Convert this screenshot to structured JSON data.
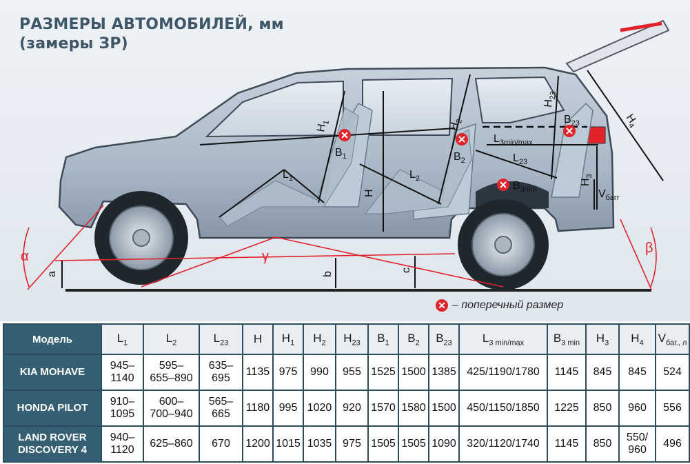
{
  "title_line1": "РАЗМЕРЫ АВТОМОБИЛЕЙ, мм",
  "title_line2": "(замеры ЗР)",
  "labels": {
    "L1": {
      "base": "L",
      "sub": "1"
    },
    "L2": {
      "base": "L",
      "sub": "2"
    },
    "L23": {
      "base": "L",
      "sub": "23"
    },
    "L3": {
      "base": "L",
      "sub": "3min/max"
    },
    "H": "H",
    "H1": {
      "base": "H",
      "sub": "1"
    },
    "H2": {
      "base": "H",
      "sub": "2"
    },
    "H23": {
      "base": "H",
      "sub": "23"
    },
    "H3": {
      "base": "H",
      "sub": "3"
    },
    "H4": {
      "base": "H",
      "sub": "4"
    },
    "B1": {
      "base": "B",
      "sub": "1"
    },
    "B2": {
      "base": "B",
      "sub": "2"
    },
    "B23": {
      "base": "B",
      "sub": "23"
    },
    "B3": {
      "base": "B",
      "sub": "3min"
    },
    "V": {
      "base": "V",
      "sub": "багг"
    },
    "alpha": "α",
    "a": "a",
    "gamma": "γ",
    "b": "b",
    "c": "c",
    "beta": "β"
  },
  "legend_text": "– поперечный размер",
  "colors": {
    "header_bg": "#355f73",
    "accent_red": "#e2232a",
    "dim_line": "#111111",
    "angle_red": "#e2232a"
  },
  "table": {
    "headers": [
      {
        "base": "Модель"
      },
      {
        "base": "L",
        "sub": "1"
      },
      {
        "base": "L",
        "sub": "2"
      },
      {
        "base": "L",
        "sub": "23"
      },
      {
        "base": "H"
      },
      {
        "base": "H",
        "sub": "1"
      },
      {
        "base": "H",
        "sub": "2"
      },
      {
        "base": "H",
        "sub": "23"
      },
      {
        "base": "B",
        "sub": "1"
      },
      {
        "base": "B",
        "sub": "2"
      },
      {
        "base": "B",
        "sub": "23"
      },
      {
        "base": "L",
        "sub": "3 min/max"
      },
      {
        "base": "B",
        "sub": "3 min"
      },
      {
        "base": "H",
        "sub": "3"
      },
      {
        "base": "H",
        "sub": "4"
      },
      {
        "base": "V",
        "sub": "баг., л"
      }
    ],
    "rows": [
      {
        "model": [
          "KIA MOHAVE"
        ],
        "cells": [
          [
            "945–",
            "1140"
          ],
          [
            "595–",
            "655–890"
          ],
          [
            "635–",
            "695"
          ],
          [
            "1135"
          ],
          [
            "975"
          ],
          [
            "990"
          ],
          [
            "955"
          ],
          [
            "1525"
          ],
          [
            "1500"
          ],
          [
            "1385"
          ],
          [
            "425/1190/1780"
          ],
          [
            "1145"
          ],
          [
            "845"
          ],
          [
            "845"
          ],
          [
            "524"
          ]
        ]
      },
      {
        "model": [
          "HONDA PILOT"
        ],
        "cells": [
          [
            "910–",
            "1095"
          ],
          [
            "600–",
            "700–940"
          ],
          [
            "565–",
            "665"
          ],
          [
            "1180"
          ],
          [
            "995"
          ],
          [
            "1020"
          ],
          [
            "920"
          ],
          [
            "1570"
          ],
          [
            "1580"
          ],
          [
            "1500"
          ],
          [
            "450/1150/1850"
          ],
          [
            "1225"
          ],
          [
            "850"
          ],
          [
            "960"
          ],
          [
            "556"
          ]
        ]
      },
      {
        "model": [
          "LAND ROVER",
          "DISCOVERY 4"
        ],
        "cells": [
          [
            "940–",
            "1120"
          ],
          [
            "625–860"
          ],
          [
            "670"
          ],
          [
            "1200"
          ],
          [
            "1015"
          ],
          [
            "1035"
          ],
          [
            "975"
          ],
          [
            "1505"
          ],
          [
            "1505"
          ],
          [
            "1090"
          ],
          [
            "320/1120/1740"
          ],
          [
            "1145"
          ],
          [
            "850"
          ],
          [
            "550/",
            "960"
          ],
          [
            "496"
          ]
        ]
      }
    ]
  }
}
